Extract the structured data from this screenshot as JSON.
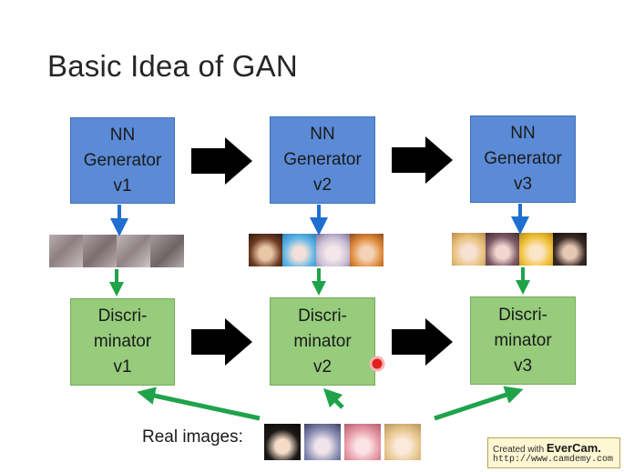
{
  "title": "Basic Idea of GAN",
  "generators": [
    {
      "label": "NN\nGenerator\nv1"
    },
    {
      "label": "NN\nGenerator\nv2"
    },
    {
      "label": "NN\nGenerator\nv3"
    }
  ],
  "discriminators": [
    {
      "label": "Discri-\nminator\nv1"
    },
    {
      "label": "Discri-\nminator\nv2"
    },
    {
      "label": "Discri-\nminator\nv3"
    }
  ],
  "real_images_label": "Real images:",
  "watermark": {
    "prefix": "Created with",
    "brand": "EverCam.",
    "url": "http://www.camdemy.com"
  },
  "colors": {
    "generator_fill": "#5b8bd6",
    "discriminator_fill": "#96cc7c",
    "down_arrow": "#1f6fd1",
    "green_arrow": "#1fa34a",
    "step_arrow": "#000000",
    "cursor_dot": "#e0201c"
  }
}
